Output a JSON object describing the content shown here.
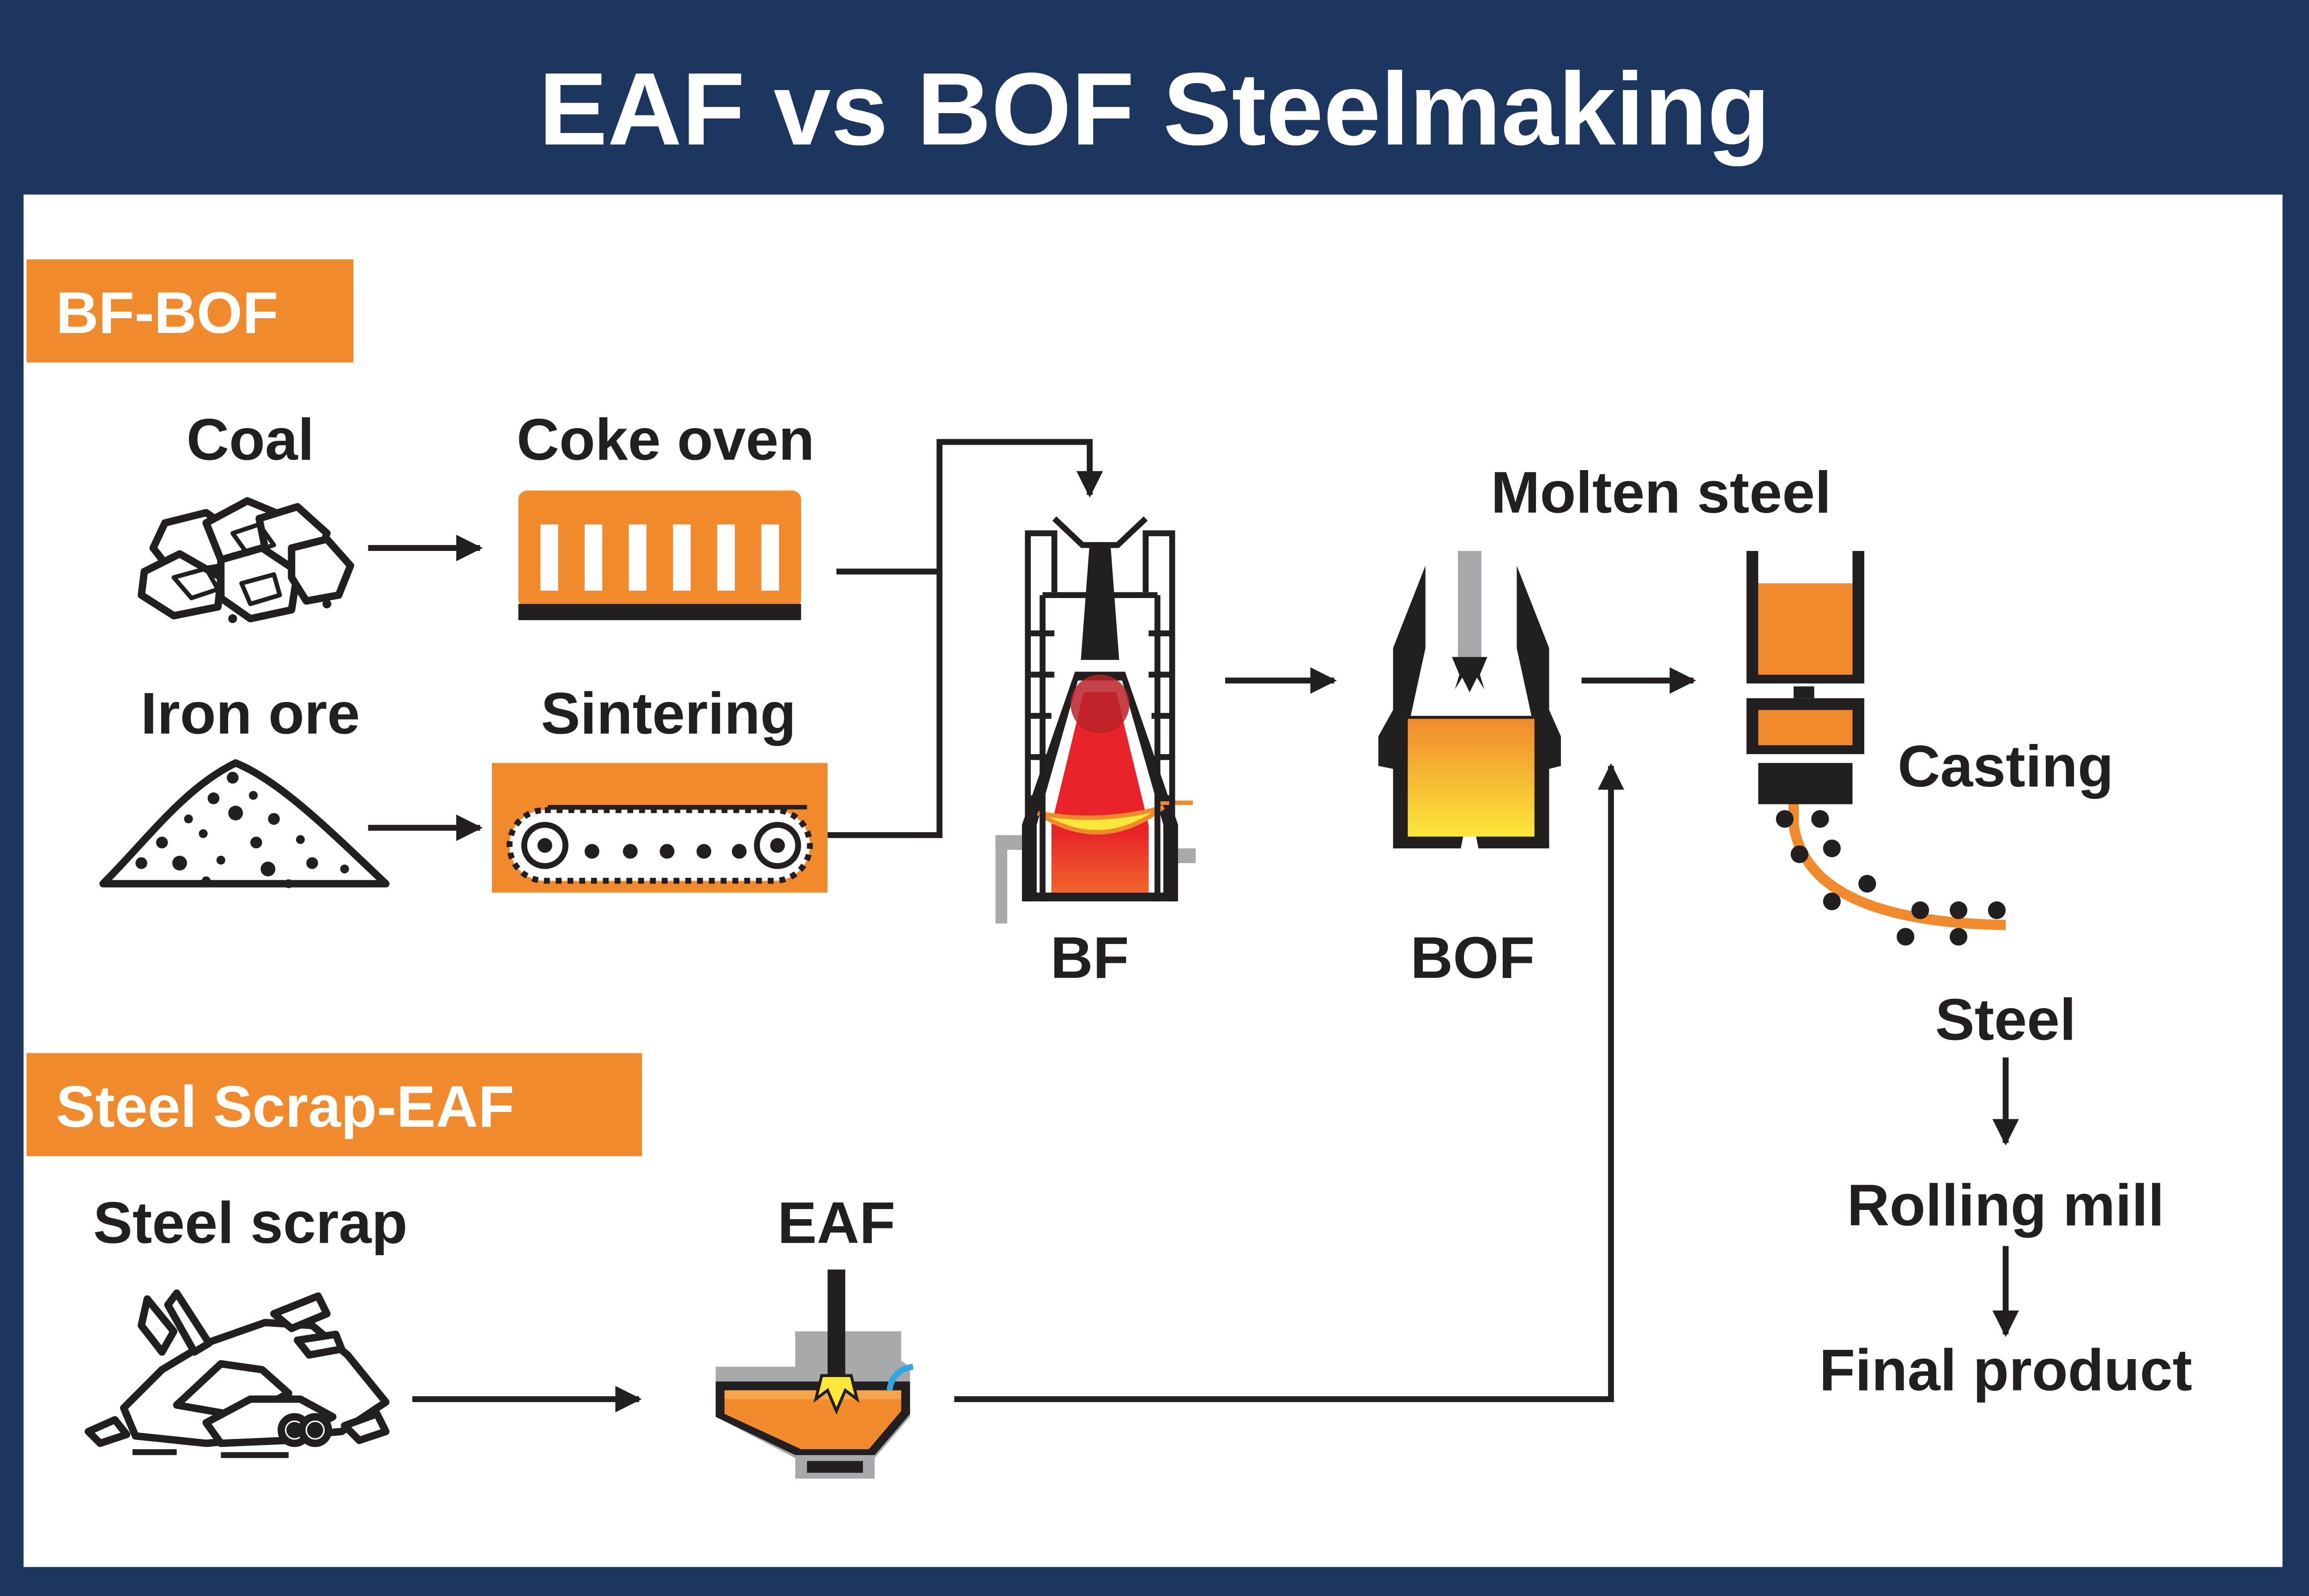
{
  "title": "EAF vs BOF Steelmaking",
  "sections": {
    "bf_bof": "BF-BOF",
    "scrap_eaf": "Steel Scrap-EAF"
  },
  "labels": {
    "coal": "Coal",
    "coke_oven": "Coke oven",
    "iron_ore": "Iron ore",
    "sintering": "Sintering",
    "bf": "BF",
    "bof": "BOF",
    "molten_steel": "Molten steel",
    "casting": "Casting",
    "steel": "Steel",
    "rolling_mill": "Rolling mill",
    "final_product": "Final product",
    "steel_scrap": "Steel scrap",
    "eaf": "EAF"
  },
  "colors": {
    "navy": "#1c3660",
    "orange": "#f08a2c",
    "black": "#231f20",
    "red": "#e8242a",
    "yellow": "#fce83a",
    "gray": "#a7a9ac",
    "blue": "#2ea7e0"
  }
}
